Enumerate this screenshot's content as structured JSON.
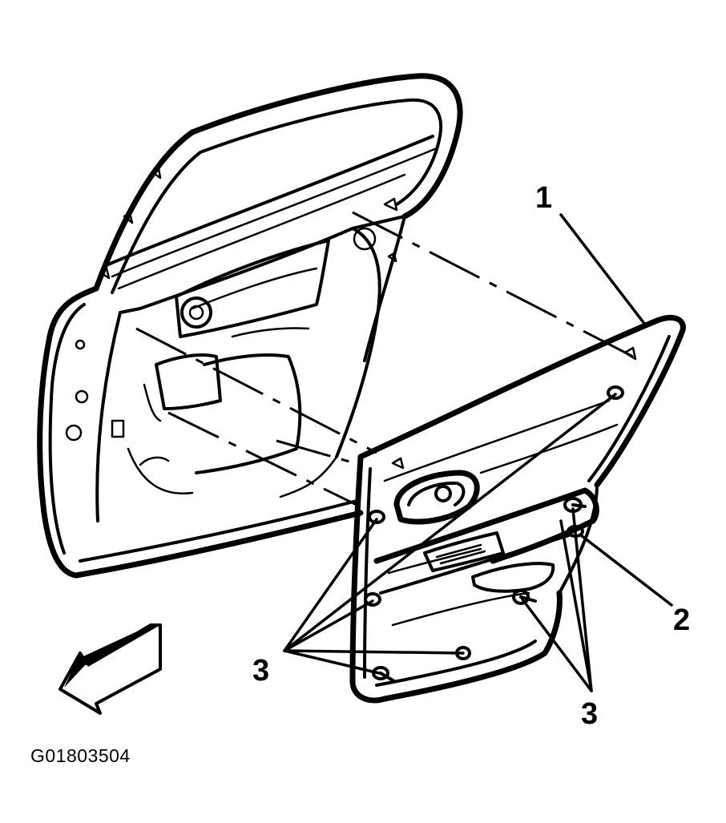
{
  "figure": {
    "id": "G01803504"
  },
  "callouts": {
    "trim_panel": "1",
    "retainer": "2",
    "fasteners_left": "3",
    "fasteners_right": "3"
  }
}
